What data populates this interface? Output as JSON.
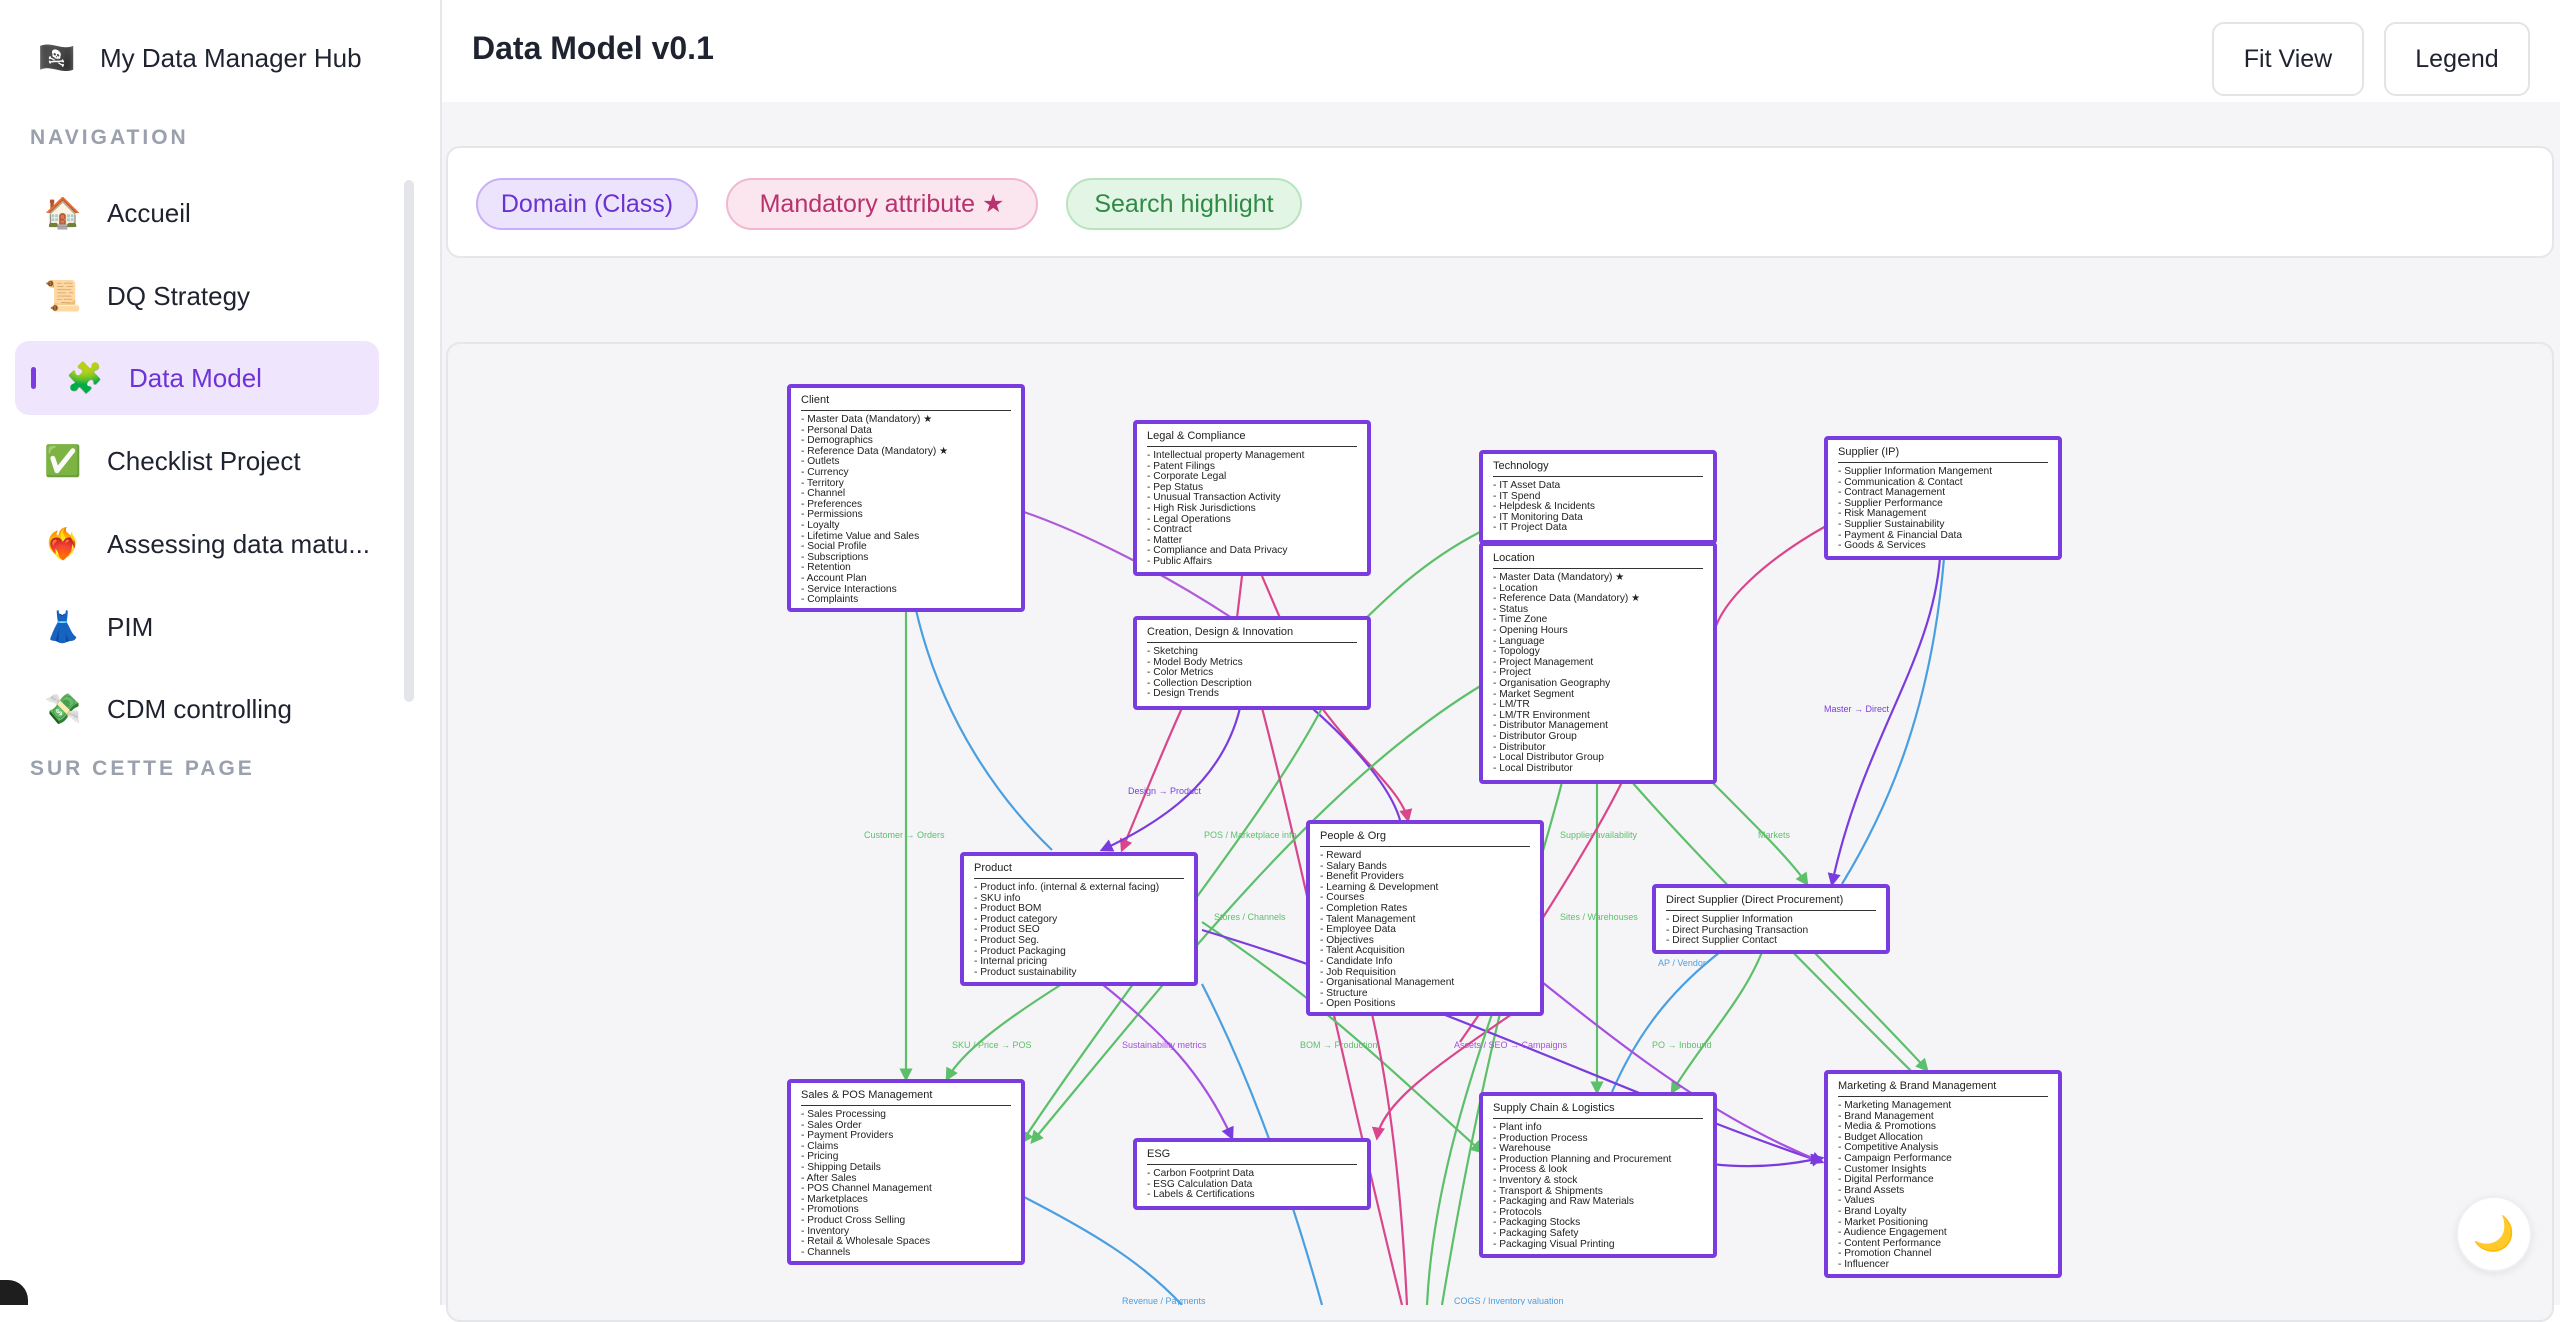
{
  "app": {
    "name": "My Data Manager Hub",
    "logo_icon": "🏴‍☠️"
  },
  "sidebar": {
    "navigation_label": "NAVIGATION",
    "on_this_page_label": "SUR CETTE PAGE",
    "items": [
      {
        "label": "Accueil",
        "icon": "🏠"
      },
      {
        "label": "DQ Strategy",
        "icon": "📜"
      },
      {
        "label": "Data Model",
        "icon": "🧩",
        "active": true
      },
      {
        "label": "Checklist Project",
        "icon": "✅"
      },
      {
        "label": "Assessing data matu...",
        "icon": "❤️‍🔥"
      },
      {
        "label": "PIM",
        "icon": "👗"
      },
      {
        "label": "CDM controlling",
        "icon": "💸"
      }
    ]
  },
  "header": {
    "title": "Data Model v0.1",
    "fit_view": "Fit View",
    "legend": "Legend"
  },
  "legend": {
    "domain": "Domain (Class)",
    "mandatory": "Mandatory attribute ★",
    "search": "Search highlight"
  },
  "colors": {
    "accent": "#7a3cdf",
    "green": "#5cbf6a",
    "pink": "#d9468b",
    "blue": "#4a9fe0"
  },
  "theme_toggle_icon": "🌙",
  "nodes": {
    "client": {
      "title": "Client",
      "attrs": [
        "- Master Data (Mandatory) ★",
        "- Personal Data",
        "- Demographics",
        "- Reference Data (Mandatory) ★",
        "- Outlets",
        "- Currency",
        "- Territory",
        "- Channel",
        "- Preferences",
        "- Permissions",
        "- Loyalty",
        "- Lifetime Value and Sales",
        "- Social Profile",
        "- Subscriptions",
        "- Retention",
        "- Account Plan",
        "- Service Interactions",
        "- Complaints"
      ]
    },
    "legal": {
      "title": "Legal & Compliance",
      "attrs": [
        "- Intellectual property Management",
        "- Patent Filings",
        "- Corporate Legal",
        "- Pep Status",
        "- Unusual Transaction Activity",
        "- High Risk Jurisdictions",
        "- Legal Operations",
        "- Contract",
        "- Matter",
        "- Compliance and Data Privacy",
        "- Public Affairs"
      ]
    },
    "creation": {
      "title": "Creation, Design & Innovation",
      "attrs": [
        "- Sketching",
        "- Model Body Metrics",
        "- Color Metrics",
        "- Collection Description",
        "- Design Trends"
      ]
    },
    "technology": {
      "title": "Technology",
      "attrs": [
        "- IT Asset Data",
        "- IT Spend",
        "- Helpdesk & Incidents",
        "- IT Monitoring Data",
        "- IT Project Data"
      ]
    },
    "location": {
      "title": "Location",
      "attrs": [
        "- Master Data (Mandatory) ★",
        "- Location",
        "- Reference Data (Mandatory) ★",
        "- Status",
        "- Time Zone",
        "- Opening Hours",
        "- Language",
        "- Topology",
        "- Project Management",
        "- Project",
        "- Organisation Geography",
        "- Market Segment",
        "- LM/TR",
        "- LM/TR Environment",
        "- Distributor Management",
        "- Distributor Group",
        "- Distributor",
        "- Local Distributor Group",
        "- Local Distributor"
      ]
    },
    "supplier": {
      "title": "Supplier (IP)",
      "attrs": [
        "- Supplier Information Mangement",
        "- Communication & Contact",
        "- Contract Management",
        "- Supplier Performance",
        "- Risk Management",
        "- Supplier Sustainability",
        "- Payment & Financial Data",
        "- Goods & Services"
      ]
    },
    "product": {
      "title": "Product",
      "attrs": [
        "- Product info. (internal & external facing)",
        "- SKU info",
        "- Product BOM",
        "- Product category",
        "- Product SEO",
        "- Product Seg.",
        "- Product Packaging",
        "- Internal pricing",
        "- Product sustainability"
      ]
    },
    "people": {
      "title": "People & Org",
      "attrs": [
        "- Reward",
        "- Salary Bands",
        "- Benefit Providers",
        "- Learning & Development",
        "- Courses",
        "- Completion Rates",
        "- Talent Management",
        "- Employee Data",
        "- Objectives",
        "- Talent Acquisition",
        "- Candidate Info",
        "- Job Requisition",
        "- Organisational Management",
        "- Structure",
        "- Open Positions"
      ]
    },
    "direct": {
      "title": "Direct Supplier (Direct Procurement)",
      "attrs": [
        "- Direct Supplier Information",
        "- Direct Purchasing Transaction",
        "- Direct Supplier Contact"
      ]
    },
    "sales": {
      "title": "Sales & POS Management",
      "attrs": [
        "- Sales Processing",
        "- Sales Order",
        "- Payment Providers",
        "- Claims",
        "- Pricing",
        "- Shipping Details",
        "- After Sales",
        "- POS Channel Management",
        "- Marketplaces",
        "- Promotions",
        "- Product Cross Selling",
        "- Inventory",
        "- Retail & Wholesale Spaces",
        "- Channels"
      ]
    },
    "esg": {
      "title": "ESG",
      "attrs": [
        "- Carbon Footprint Data",
        "- ESG Calculation Data",
        "- Labels & Certifications"
      ]
    },
    "supply": {
      "title": "Supply Chain & Logistics",
      "attrs": [
        "- Plant info",
        "- Production Process",
        "- Warehouse",
        "- Production Planning and Procurement",
        "- Process & look",
        "- Inventory & stock",
        "- Transport & Shipments",
        "- Packaging and Raw Materials",
        "- Protocols",
        "- Packaging Stocks",
        "- Packaging Safety",
        "- Packaging Visual Printing"
      ]
    },
    "marketing": {
      "title": "Marketing & Brand Management",
      "attrs": [
        "- Marketing Management",
        "- Brand Management",
        "- Media & Promotions",
        "- Budget Allocation",
        "- Competitive Analysis",
        "- Campaign Performance",
        "- Customer Insights",
        "- Digital Performance",
        "- Brand Assets",
        "- Values",
        "- Brand Loyalty",
        "- Market Positioning",
        "- Audience Engagement",
        "- Content Performance",
        "- Promotion Channel",
        "- Influencer"
      ]
    }
  },
  "edge_labels": {
    "customer_orders": "Customer → Orders",
    "design_product": "Design → Product",
    "pos_marketplace": "POS / Marketplace info",
    "supplier_availability": "Supplier availability",
    "master_direct": "Master → Direct",
    "markets": "Markets",
    "stores_channels": "Stores / Channels",
    "sites_warehouses": "Sites / Warehouses",
    "ap_vendor": "AP / Vendor",
    "sku_price_pos": "SKU / Price → POS",
    "sustainability_metrics": "Sustainability metrics",
    "bom_production": "BOM → Production",
    "assets_seo_campaigns": "Assets / SEO → Campaigns",
    "po_inbound": "PO → Inbound",
    "revenue_payments": "Revenue / Payments",
    "cogs_inventory": "COGS / Inventory valuation"
  }
}
